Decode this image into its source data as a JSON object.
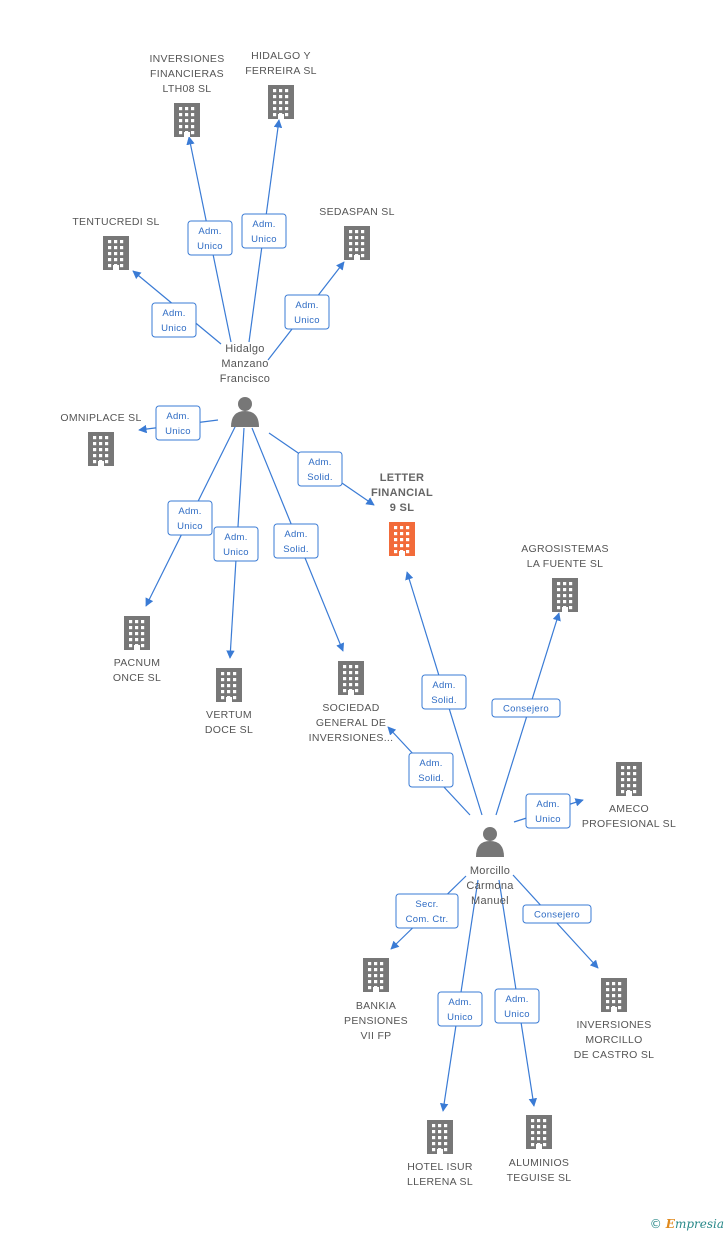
{
  "colors": {
    "edge": "#3a7bd5",
    "building": "#777777",
    "main_building": "#f26b3a",
    "person": "#777777"
  },
  "companies": [
    {
      "id": "lth08",
      "lines": [
        "INVERSIONES",
        "FINANCIERAS",
        "LTH08 SL"
      ]
    },
    {
      "id": "hidalgo-ferreira",
      "lines": [
        "HIDALGO Y",
        "FERREIRA SL"
      ]
    },
    {
      "id": "tentucredi",
      "lines": [
        "TENTUCREDI  SL"
      ]
    },
    {
      "id": "sedaspan",
      "lines": [
        "SEDASPAN  SL"
      ]
    },
    {
      "id": "omniplace",
      "lines": [
        "OMNIPLACE  SL"
      ]
    },
    {
      "id": "letter",
      "lines": [
        "LETTER",
        "FINANCIAL",
        "9 SL"
      ]
    },
    {
      "id": "agrosistemas",
      "lines": [
        "AGROSISTEMAS",
        "LA FUENTE SL"
      ]
    },
    {
      "id": "pacnum",
      "lines": [
        "PACNUM",
        "ONCE SL"
      ]
    },
    {
      "id": "vertum",
      "lines": [
        "VERTUM",
        "DOCE SL"
      ]
    },
    {
      "id": "sociedad",
      "lines": [
        "SOCIEDAD",
        "GENERAL DE",
        "INVERSIONES..."
      ]
    },
    {
      "id": "ameco",
      "lines": [
        "AMECO",
        "PROFESIONAL SL"
      ]
    },
    {
      "id": "bankia",
      "lines": [
        "BANKIA",
        "PENSIONES",
        "VII FP"
      ]
    },
    {
      "id": "morcillo-castro",
      "lines": [
        "INVERSIONES",
        "MORCILLO",
        "DE CASTRO SL"
      ]
    },
    {
      "id": "hotel",
      "lines": [
        "HOTEL ISUR",
        "LLERENA SL"
      ]
    },
    {
      "id": "aluminios",
      "lines": [
        "ALUMINIOS",
        "TEGUISE SL"
      ]
    }
  ],
  "persons": [
    {
      "id": "hidalgo",
      "lines": [
        "Hidalgo",
        "Manzano",
        "Francisco"
      ]
    },
    {
      "id": "morcillo",
      "lines": [
        "Morcillo",
        "Carmona",
        "Manuel"
      ]
    }
  ],
  "relations": [
    {
      "from": "hidalgo",
      "to": "lth08",
      "lines": [
        "Adm.",
        "Unico"
      ]
    },
    {
      "from": "hidalgo",
      "to": "hidalgo-ferreira",
      "lines": [
        "Adm.",
        "Unico"
      ]
    },
    {
      "from": "hidalgo",
      "to": "tentucredi",
      "lines": [
        "Adm.",
        "Unico"
      ]
    },
    {
      "from": "hidalgo",
      "to": "sedaspan",
      "lines": [
        "Adm.",
        "Unico"
      ]
    },
    {
      "from": "hidalgo",
      "to": "omniplace",
      "lines": [
        "Adm.",
        "Unico"
      ]
    },
    {
      "from": "hidalgo",
      "to": "letter",
      "lines": [
        "Adm.",
        "Solid."
      ]
    },
    {
      "from": "hidalgo",
      "to": "pacnum",
      "lines": [
        "Adm.",
        "Unico"
      ]
    },
    {
      "from": "hidalgo",
      "to": "vertum",
      "lines": [
        "Adm.",
        "Unico"
      ]
    },
    {
      "from": "hidalgo",
      "to": "sociedad",
      "lines": [
        "Adm.",
        "Solid."
      ]
    },
    {
      "from": "morcillo",
      "to": "letter",
      "lines": [
        "Adm.",
        "Solid."
      ]
    },
    {
      "from": "morcillo",
      "to": "agrosistemas",
      "lines": [
        "Consejero"
      ]
    },
    {
      "from": "morcillo",
      "to": "sociedad",
      "lines": [
        "Adm.",
        "Solid."
      ]
    },
    {
      "from": "morcillo",
      "to": "ameco",
      "lines": [
        "Adm.",
        "Unico"
      ]
    },
    {
      "from": "morcillo",
      "to": "bankia",
      "lines": [
        "Secr.",
        "Com. Ctr."
      ]
    },
    {
      "from": "morcillo",
      "to": "morcillo-castro",
      "lines": [
        "Consejero"
      ]
    },
    {
      "from": "morcillo",
      "to": "hotel",
      "lines": [
        "Adm.",
        "Unico"
      ]
    },
    {
      "from": "morcillo",
      "to": "aluminios",
      "lines": [
        "Adm.",
        "Unico"
      ]
    }
  ],
  "footer": {
    "copyright": "©",
    "brand_first": "E",
    "brand_rest": "mpresia"
  }
}
